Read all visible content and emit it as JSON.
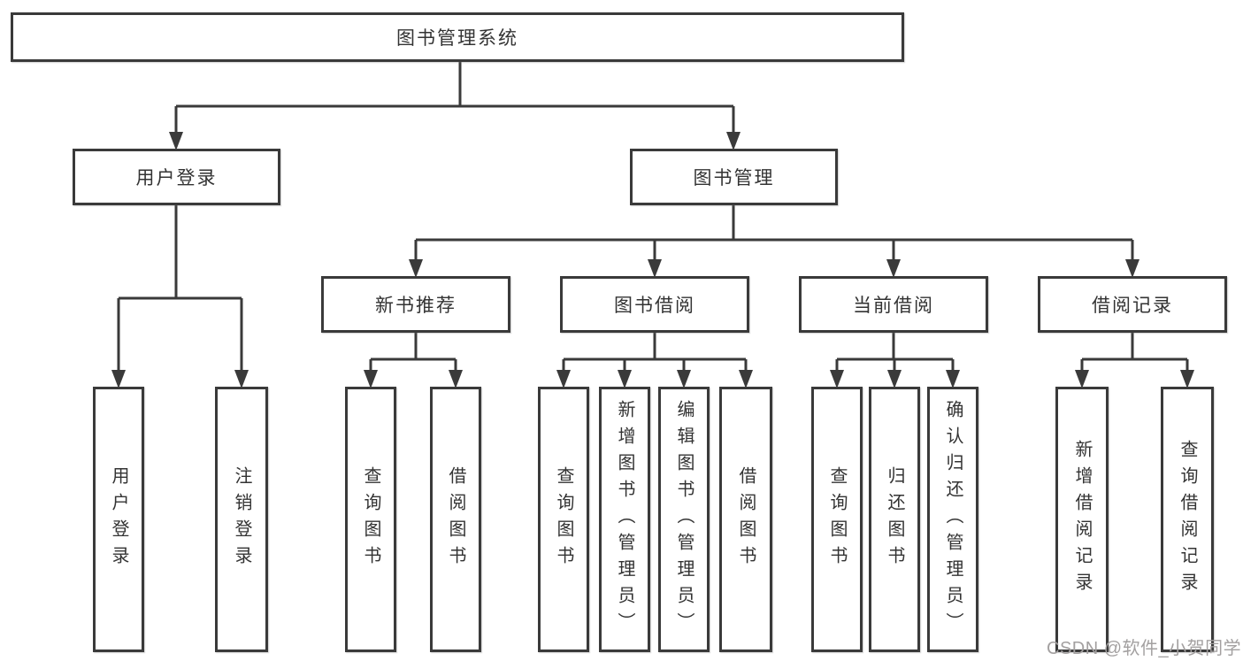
{
  "diagram": {
    "title": "图书管理系统",
    "branches": [
      {
        "label": "用户登录",
        "children": [
          {
            "label": "用户登录"
          },
          {
            "label": "注销登录"
          }
        ]
      },
      {
        "label": "图书管理",
        "children": [
          {
            "label": "新书推荐",
            "children": [
              {
                "label": "查询图书"
              },
              {
                "label": "借阅图书"
              }
            ]
          },
          {
            "label": "图书借阅",
            "children": [
              {
                "label": "查询图书"
              },
              {
                "label": "新增图书（管理员）"
              },
              {
                "label": "编辑图书（管理员）"
              },
              {
                "label": "借阅图书"
              }
            ]
          },
          {
            "label": "当前借阅",
            "children": [
              {
                "label": "查询图书"
              },
              {
                "label": "归还图书"
              },
              {
                "label": "确认归还（管理员）"
              }
            ]
          },
          {
            "label": "借阅记录",
            "children": [
              {
                "label": "新增借阅记录"
              },
              {
                "label": "查询借阅记录"
              }
            ]
          }
        ]
      }
    ]
  },
  "watermark": {
    "text": "CSDN @软件_小贺同学"
  },
  "colors": {
    "line": "#3a3a3a",
    "text": "#333333",
    "watermark_text": "#a3a0a0",
    "background": "#ffffff"
  }
}
